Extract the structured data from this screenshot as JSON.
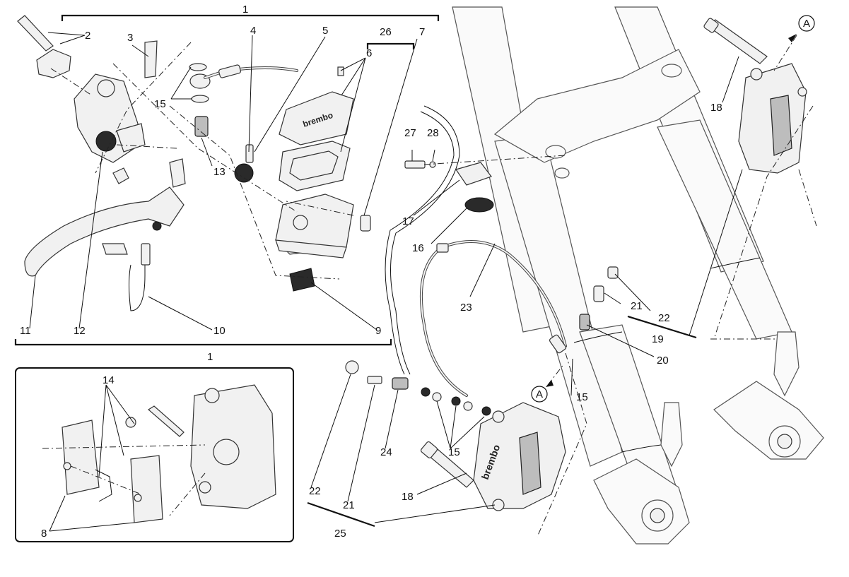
{
  "labels": {
    "l1_top": "1",
    "l2": "2",
    "l3": "3",
    "l4": "4",
    "l5": "5",
    "l26": "26",
    "l7": "7",
    "l6": "6",
    "l15_a": "15",
    "l13": "13",
    "l11": "11",
    "l12": "12",
    "l10": "10",
    "l9": "9",
    "l1_bottom": "1",
    "l27": "27",
    "l28": "28",
    "l17": "17",
    "l16": "16",
    "l23": "23",
    "l18_top": "18",
    "l21_upper": "21",
    "l22_upper": "22",
    "l19": "19",
    "l20": "20",
    "l15_b": "15",
    "l14": "14",
    "l8": "8",
    "l22_lower": "22",
    "l21_lower": "21",
    "l24": "24",
    "l15_c": "15",
    "l18_lower": "18",
    "l25": "25"
  },
  "callouts": {
    "a_top": "A",
    "a_lower": "A"
  },
  "caliper_logo": "brembo",
  "reservoir_logo": "brembo"
}
